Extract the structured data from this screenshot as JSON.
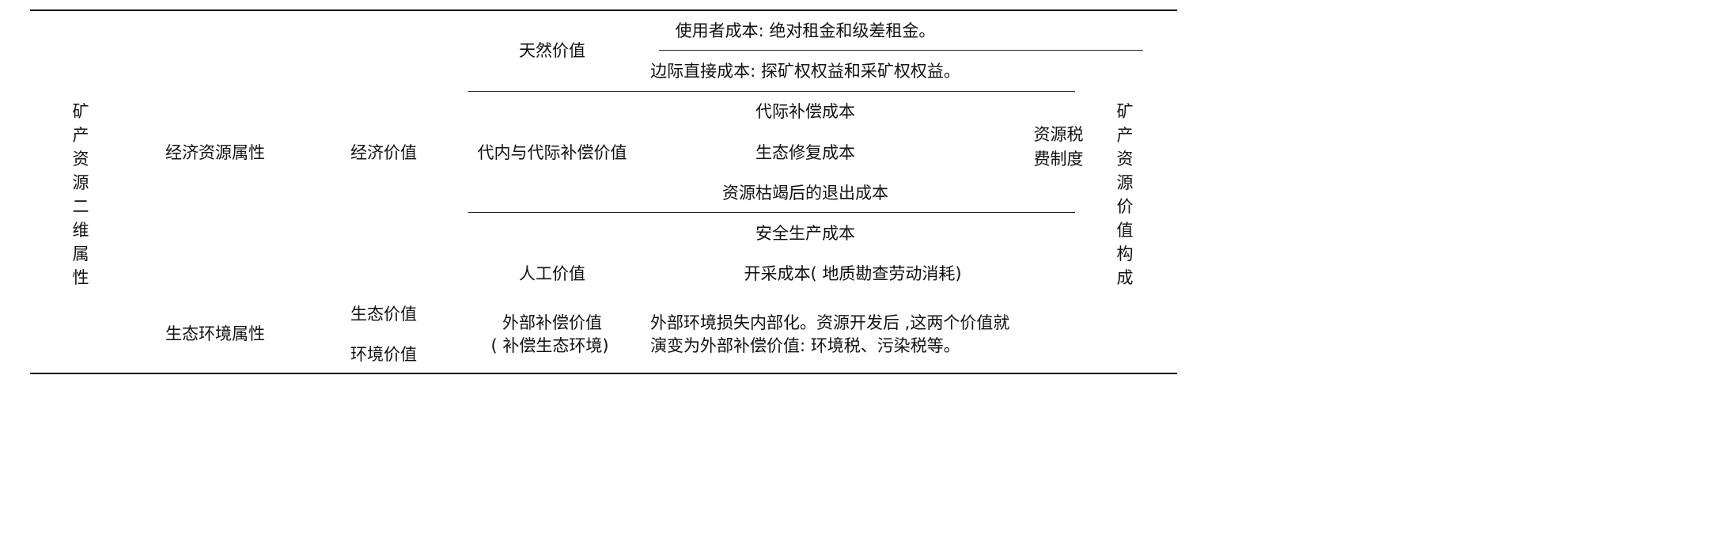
{
  "table": {
    "left_vertical_label": "矿产资源二维属性",
    "right_vertical_label": "矿产资源价值构成",
    "attributes": {
      "economic": "经济资源属性",
      "ecological": "生态环境属性"
    },
    "values": {
      "economic": "经济价值",
      "ecological": "生态价值",
      "environmental": "环境价值"
    },
    "components": {
      "natural": "天然价值",
      "compensation": "代内与代际补偿价值",
      "artificial": "人工价值",
      "external_line1": "外部补偿价值",
      "external_line2": "( 补偿生态环境)"
    },
    "details": {
      "user_cost": "使用者成本: 绝对租金和级差租金。",
      "marginal_cost": "边际直接成本: 探矿权权益和采矿权权益。",
      "intergen_cost": "代际补偿成本",
      "eco_restore_cost": "生态修复成本",
      "exit_cost": "资源枯竭后的退出成本",
      "safety_cost": "安全生产成本",
      "mining_cost": "开采成本( 地质勘查劳动消耗)",
      "external_desc_line1": "外部环境损失内部化。资源开发后 ,这两个价值就",
      "external_desc_line2": "演变为外部补偿价值: 环境税、污染税等。"
    },
    "tax_system_line1": "资源税",
    "tax_system_line2": "费制度"
  }
}
